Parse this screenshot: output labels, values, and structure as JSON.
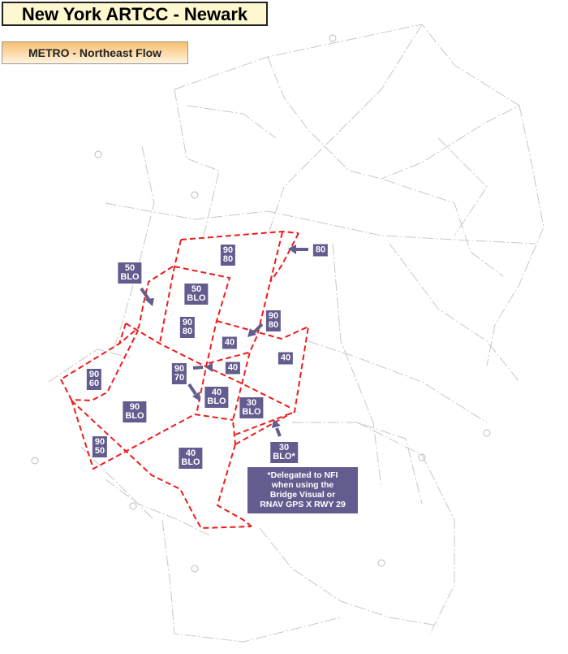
{
  "header": {
    "title": "New York ARTCC - Newark",
    "flow": "METRO - Northeast Flow"
  },
  "colors": {
    "boundary": "#ee1c1c",
    "label_bg": "#635c8e",
    "background_lines": "#c8c8c8"
  },
  "labels": [
    {
      "id": "top-9080",
      "text": "90\n80"
    },
    {
      "id": "west-50blo",
      "text": "50\nBLO"
    },
    {
      "id": "center-50blo",
      "text": "50\nBLO"
    },
    {
      "id": "center-9080",
      "text": "90\n80"
    },
    {
      "id": "east-9080",
      "text": "90\n80"
    },
    {
      "id": "center-40a",
      "text": "40"
    },
    {
      "id": "east-40",
      "text": "40"
    },
    {
      "id": "center-40b",
      "text": "40"
    },
    {
      "id": "center-9070",
      "text": "90\n70"
    },
    {
      "id": "west-9060",
      "text": "90\n60"
    },
    {
      "id": "south-40blo",
      "text": "40\nBLO"
    },
    {
      "id": "south-30blo",
      "text": "30\nBLO"
    },
    {
      "id": "west-90blo",
      "text": "90\nBLO"
    },
    {
      "id": "southwest-9050",
      "text": "90\n50"
    },
    {
      "id": "bottom-40blo",
      "text": "40\nBLO"
    },
    {
      "id": "delegated-30blo",
      "text": "30\nBLO*"
    },
    {
      "id": "northeast-80",
      "text": "80"
    }
  ],
  "note": {
    "lines": [
      "*Delegated to NFI",
      "when using the",
      "Bridge Visual or",
      "RNAV GPS X RWY 29"
    ]
  }
}
